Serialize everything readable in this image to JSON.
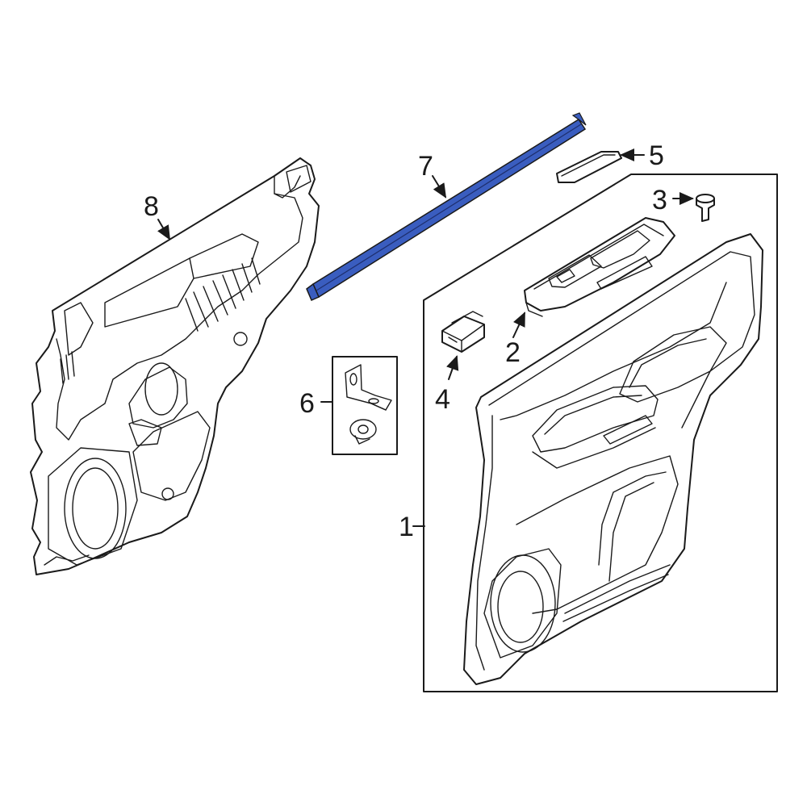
{
  "diagram": {
    "highlight_color": "#3a5dbf",
    "line_color": "#1a1a1a",
    "callouts": [
      {
        "id": "c1",
        "label": "1"
      },
      {
        "id": "c2",
        "label": "2"
      },
      {
        "id": "c3",
        "label": "3"
      },
      {
        "id": "c4",
        "label": "4"
      },
      {
        "id": "c5",
        "label": "5"
      },
      {
        "id": "c6",
        "label": "6"
      },
      {
        "id": "c7",
        "label": "7"
      },
      {
        "id": "c8",
        "label": "8"
      }
    ]
  }
}
